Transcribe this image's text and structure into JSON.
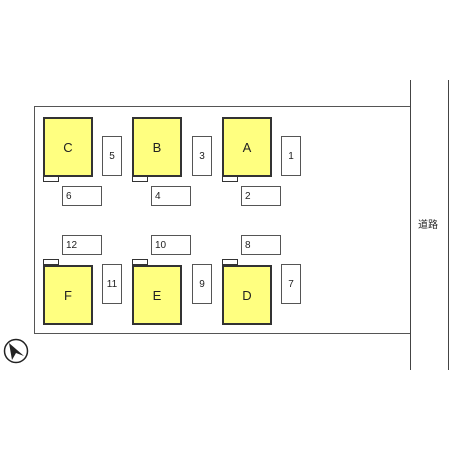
{
  "road_label": "道路",
  "buildings": {
    "A": "A",
    "B": "B",
    "C": "C",
    "D": "D",
    "E": "E",
    "F": "F"
  },
  "spaces": {
    "s1": "1",
    "s2": "2",
    "s3": "3",
    "s4": "4",
    "s5": "5",
    "s6": "6",
    "s7": "7",
    "s8": "8",
    "s9": "9",
    "s10": "10",
    "s11": "11",
    "s12": "12"
  },
  "colors": {
    "building_fill": "#ffff80",
    "outline": "#333333"
  },
  "icons": {
    "compass": "north-arrow-icon"
  }
}
